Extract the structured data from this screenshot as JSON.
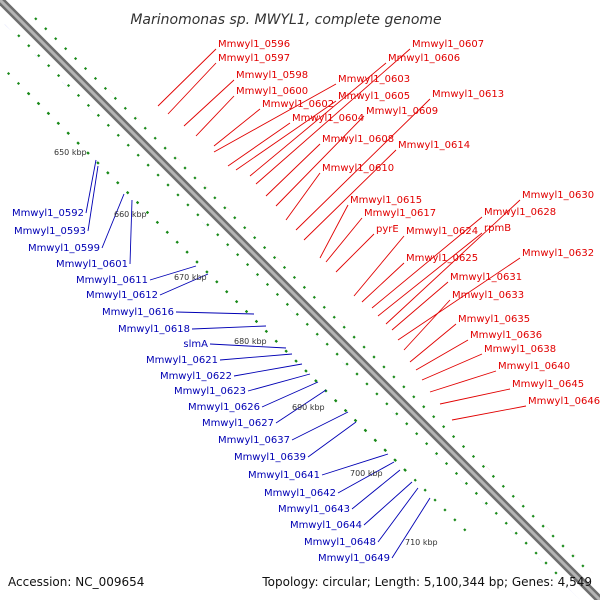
{
  "title": "Marinomonas sp. MWYL1, complete genome",
  "accession": "Accession: NC_009654",
  "summary": "Topology: circular; Length: 5,100,344 bp; Genes: 4,549",
  "colors": {
    "forward_label": "#e10000",
    "reverse_label": "#0000b4",
    "backbone": "#8a8a8a",
    "tick": "#1a8a1a",
    "forward_gene": "#ee0000",
    "reverse_gene": "#0a14e6",
    "rna": "#9ad6de",
    "gray_gene": "#c4c4c4"
  },
  "scale_labels": [
    "650 kbp",
    "660 kbp",
    "670 kbp",
    "680 kbp",
    "690 kbp",
    "700 kbp",
    "710 kbp"
  ],
  "forward_labels": [
    "Mmwyl1_0596",
    "Mmwyl1_0597",
    "Mmwyl1_0598",
    "Mmwyl1_0600",
    "Mmwyl1_0602",
    "Mmwyl1_0603",
    "Mmwyl1_0604",
    "Mmwyl1_0605",
    "Mmwyl1_0606",
    "Mmwyl1_0607",
    "Mmwyl1_0608",
    "Mmwyl1_0609",
    "Mmwyl1_0610",
    "Mmwyl1_0613",
    "Mmwyl1_0614",
    "Mmwyl1_0615",
    "Mmwyl1_0617",
    "pyrE",
    "Mmwyl1_0624",
    "Mmwyl1_0625",
    "Mmwyl1_0628",
    "rpmB",
    "Mmwyl1_0630",
    "Mmwyl1_0631",
    "Mmwyl1_0632",
    "Mmwyl1_0633",
    "Mmwyl1_0635",
    "Mmwyl1_0636",
    "Mmwyl1_0638",
    "Mmwyl1_0640",
    "Mmwyl1_0645",
    "Mmwyl1_0646"
  ],
  "reverse_labels": [
    "Mmwyl1_0592",
    "Mmwyl1_0593",
    "Mmwyl1_0599",
    "Mmwyl1_0601",
    "Mmwyl1_0611",
    "Mmwyl1_0612",
    "Mmwyl1_0616",
    "Mmwyl1_0618",
    "slmA",
    "Mmwyl1_0621",
    "Mmwyl1_0622",
    "Mmwyl1_0623",
    "Mmwyl1_0626",
    "Mmwyl1_0627",
    "Mmwyl1_0637",
    "Mmwyl1_0639",
    "Mmwyl1_0641",
    "Mmwyl1_0642",
    "Mmwyl1_0643",
    "Mmwyl1_0644",
    "Mmwyl1_0648",
    "Mmwyl1_0649"
  ]
}
